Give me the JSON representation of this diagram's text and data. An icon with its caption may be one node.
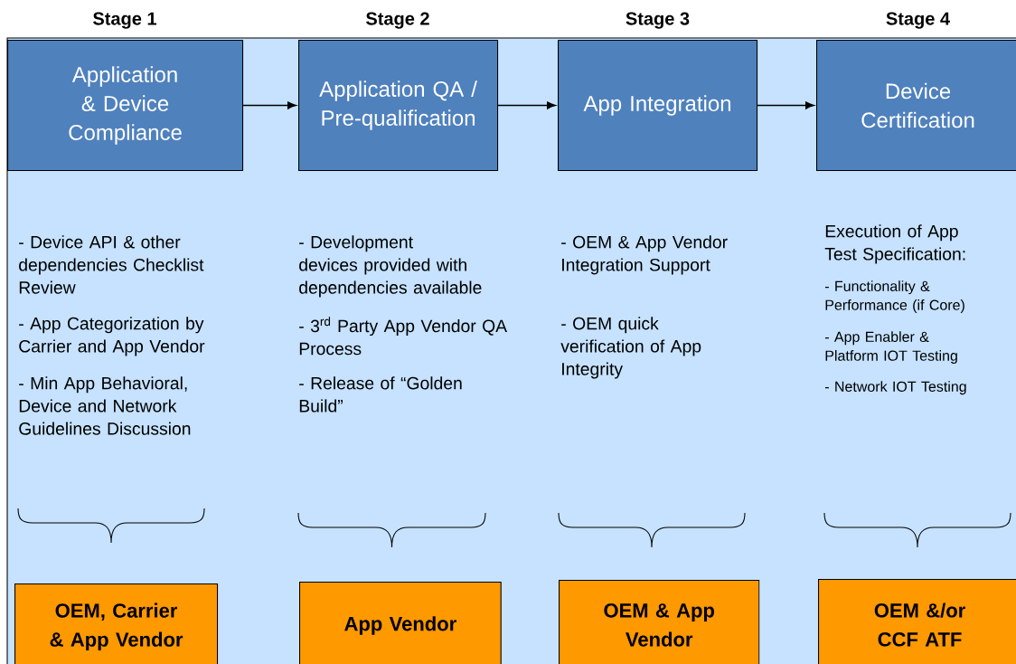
{
  "diagram": {
    "nodes": [
      {
        "text": [
          "Stage 1",
          "Application & Device Compliance"
        ]
      },
      {
        "text": [
          "Stage 2",
          "Application QA / Pre-qualification"
        ]
      },
      {
        "text": [
          "Stage 3",
          "App Integration"
        ]
      },
      {
        "text": [
          "Stage 4",
          "Device Certification"
        ]
      },
      {
        "text": [
          "OEM, Carrier & App Vendor"
        ]
      },
      {
        "text": [
          "App Vendor"
        ]
      },
      {
        "text": [
          "OEM & App Vendor"
        ]
      },
      {
        "text": [
          "OEM &/or CCF ATF"
        ]
      }
    ],
    "edges": [
      {
        "from": 0,
        "to": 1,
        "arrow": "to"
      },
      {
        "from": 1,
        "to": 2,
        "arrow": "to"
      },
      {
        "from": 2,
        "to": 3,
        "arrow": "to"
      }
    ],
    "labels": [
      "- Device API & other dependencies Checklist Review",
      "- Development devices provided with dependencies available",
      "- OEM & App Vendor Integration Support",
      "Execution of App Test Specification:",
      "- Functionality & Performance (if Core)",
      "- App Categorization by Carrier and App Vendor",
      "- 3$^{rd}$ Party App Vendor QA Process",
      "- OEM quick verification of App Integrity",
      "- App Enabler & Platform IOT Testing",
      "- Min App Behavioral, Device and Network Guidelines Discussion",
      "- Release of “Golden Build”",
      "- Network IOT Testing"
    ]
  }
}
